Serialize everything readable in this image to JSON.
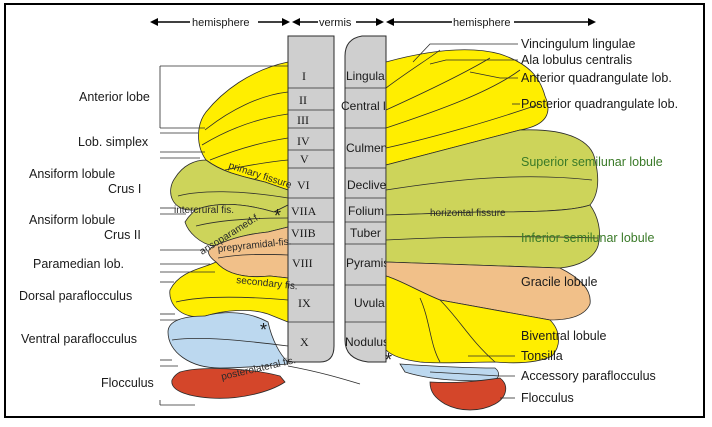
{
  "header": {
    "left": "hemisphere",
    "center": "vermis",
    "right": "hemisphere"
  },
  "left_labels": {
    "anterior_lobe": "Anterior lobe",
    "lob_simplex": "Lob. simplex",
    "ansiform_crus1_line1": "Ansiform lobule",
    "ansiform_crus1_line2": "Crus I",
    "ansiform_crus2_line1": "Ansiform lobule",
    "ansiform_crus2_line2": "Crus II",
    "paramedian": "Paramedian lob.",
    "dorsal_paraflocculus": "Dorsal paraflocculus",
    "ventral_paraflocculus": "Ventral paraflocculus",
    "flocculus": "Flocculus"
  },
  "vermis_numerals": [
    "I",
    "II",
    "III",
    "IV",
    "V",
    "VI",
    "VIIA",
    "VIIB",
    "VIII",
    "IX",
    "X"
  ],
  "vermis_names": [
    "Lingula",
    "Central l.",
    "Culmen",
    "Declive",
    "Folium",
    "Tuber",
    "Pyramis",
    "Uvula",
    "Nodulus"
  ],
  "fissures": {
    "primary": "primary fissure",
    "intercrural": "intercrural fis.",
    "ansoparamed": "ansoparamed.f.",
    "prepyramidal": "prepyramidal-fis.",
    "secondary": "secondary fis.",
    "posterolateral": "posterolateral fis.",
    "horizontal": "horizontal fissure"
  },
  "right_labels": {
    "vincingulum": "Vincingulum lingulae",
    "ala": "Ala lobulus centralis",
    "anterior_quad": "Anterior quadrangulate lob.",
    "posterior_quad": "Posterior quadrangulate lob.",
    "superior_semilunar": "Superior semilunar lobule",
    "inferior_semilunar": "Inferior semilunar lobule",
    "gracile": "Gracile lobule",
    "biventral": "Biventral lobule",
    "tonsilla": "Tonsilla",
    "accessory_paraflocculus": "Accessory paraflocculus",
    "flocculus": "Flocculus"
  },
  "asterisk": "*",
  "colors": {
    "yellow": "#ffee00",
    "olive": "#cdd45a",
    "peach": "#f1c089",
    "light_blue": "#bcd8ef",
    "red": "#d4462a",
    "vermis_gray": "#cfcfcf",
    "green_text": "#3a7a28"
  }
}
